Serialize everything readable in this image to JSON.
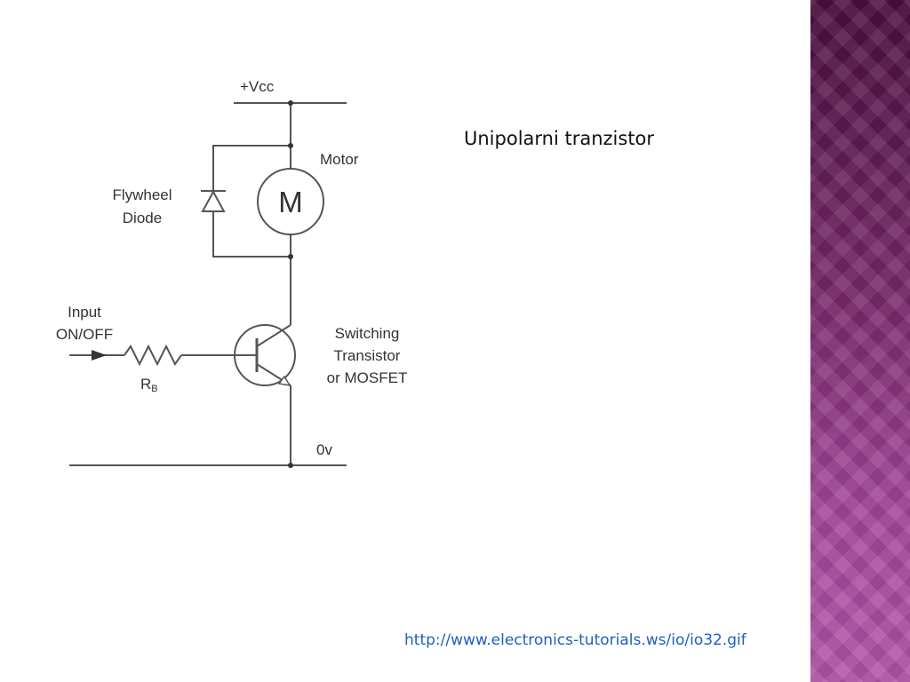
{
  "slide": {
    "title": "Unipolarni tranzistor",
    "source_link": "http://www.electronics-tutorials.ws/io/io32.gif",
    "accent_colors": {
      "band_top": "#4b0f3f",
      "band_bottom": "#b455a9",
      "link": "#1f5fbf"
    }
  },
  "diagram": {
    "labels": {
      "vcc": "+Vcc",
      "motor": "Motor",
      "motor_symbol": "M",
      "flywheel_line1": "Flywheel",
      "flywheel_line2": "Diode",
      "input_line1": "Input",
      "input_line2": "ON/OFF",
      "resistor_main": "R",
      "resistor_sub": "B",
      "switch_line1": "Switching",
      "switch_line2": "Transistor",
      "switch_line3": "or MOSFET",
      "ground": "0v"
    }
  }
}
